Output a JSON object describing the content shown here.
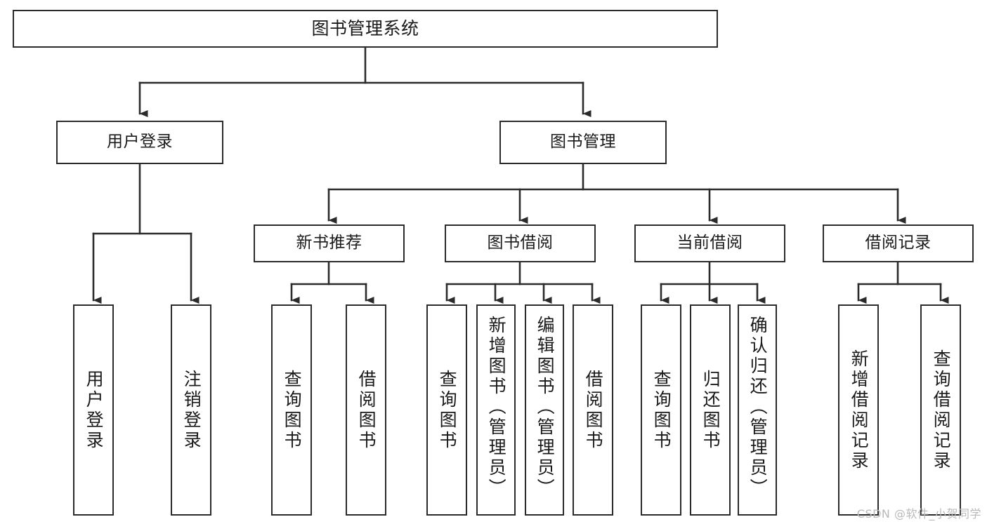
{
  "diagram": {
    "title": "图书管理系统",
    "type": "tree",
    "watermark": "CSDN @软件_小贺同学",
    "colors": {
      "stroke": "#2b2b2b",
      "fill": "#ffffff",
      "text": "#1a1a1a",
      "watermark": "#b9b9b9"
    }
  },
  "nodes": {
    "root": {
      "label": "图书管理系统"
    },
    "branches": [
      {
        "id": "user-login",
        "label": "用户登录"
      },
      {
        "id": "book-manage",
        "label": "图书管理"
      },
      {
        "id": "new-book-recommend",
        "label": "新书推荐"
      },
      {
        "id": "book-borrow",
        "label": "图书借阅"
      },
      {
        "id": "current-borrow",
        "label": "当前借阅"
      },
      {
        "id": "borrow-record",
        "label": "借阅记录"
      }
    ],
    "leaves": [
      {
        "id": "leaf-user-login",
        "label": "用户登录"
      },
      {
        "id": "leaf-logout",
        "label": "注销登录"
      },
      {
        "id": "leaf-query-book-1",
        "label": "查询图书"
      },
      {
        "id": "leaf-borrow-book-1",
        "label": "借阅图书"
      },
      {
        "id": "leaf-query-book-2",
        "label": "查询图书"
      },
      {
        "id": "leaf-add-book",
        "label": "新增图书（管理员）"
      },
      {
        "id": "leaf-edit-book",
        "label": "编辑图书（管理员）"
      },
      {
        "id": "leaf-borrow-book-2",
        "label": "借阅图书"
      },
      {
        "id": "leaf-query-book-3",
        "label": "查询图书"
      },
      {
        "id": "leaf-return-book",
        "label": "归还图书"
      },
      {
        "id": "leaf-confirm-return",
        "label": "确认归还（管理员）"
      },
      {
        "id": "leaf-add-record",
        "label": "新增借阅记录"
      },
      {
        "id": "leaf-query-record",
        "label": "查询借阅记录"
      }
    ]
  },
  "edges": [
    {
      "from": "root",
      "to": "user-login"
    },
    {
      "from": "root",
      "to": "book-manage"
    },
    {
      "from": "user-login",
      "to": "leaf-user-login"
    },
    {
      "from": "user-login",
      "to": "leaf-logout"
    },
    {
      "from": "book-manage",
      "to": "new-book-recommend"
    },
    {
      "from": "book-manage",
      "to": "book-borrow"
    },
    {
      "from": "book-manage",
      "to": "current-borrow"
    },
    {
      "from": "book-manage",
      "to": "borrow-record"
    },
    {
      "from": "new-book-recommend",
      "to": "leaf-query-book-1"
    },
    {
      "from": "new-book-recommend",
      "to": "leaf-borrow-book-1"
    },
    {
      "from": "book-borrow",
      "to": "leaf-query-book-2"
    },
    {
      "from": "book-borrow",
      "to": "leaf-add-book"
    },
    {
      "from": "book-borrow",
      "to": "leaf-edit-book"
    },
    {
      "from": "book-borrow",
      "to": "leaf-borrow-book-2"
    },
    {
      "from": "current-borrow",
      "to": "leaf-query-book-3"
    },
    {
      "from": "current-borrow",
      "to": "leaf-return-book"
    },
    {
      "from": "current-borrow",
      "to": "leaf-confirm-return"
    },
    {
      "from": "borrow-record",
      "to": "leaf-add-record"
    },
    {
      "from": "borrow-record",
      "to": "leaf-query-record"
    }
  ]
}
